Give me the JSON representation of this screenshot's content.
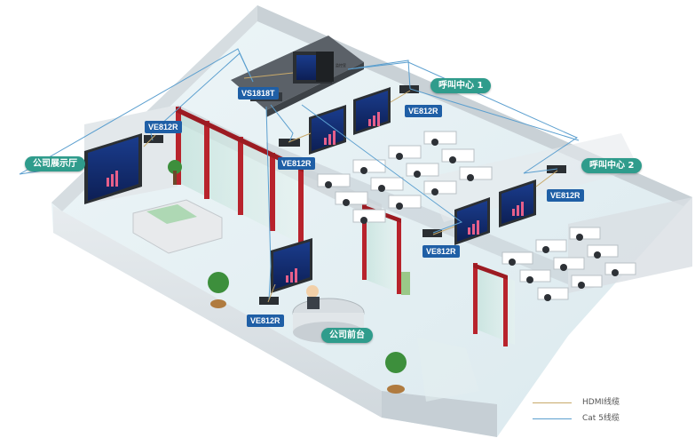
{
  "labels": {
    "switch_model": "VS1818T",
    "receiver_model": "VE812R",
    "control_room": "监控室",
    "showroom": "公司展示厅",
    "call_center_1": "呼叫中心 1",
    "call_center_2": "呼叫中心 2",
    "reception": "公司前台"
  },
  "legend": {
    "hdmi_label": "HDMI线缆",
    "cat5_label": "Cat 5线缆",
    "hdmi_color": "#c8a96a",
    "cat5_color": "#5b9fcf"
  },
  "colors": {
    "zone_badge": "#2f9c8c",
    "device_tag": "#1f5fa6",
    "partition": "#b8232c",
    "floor": "#e9f3f6",
    "wall": "#dfe4e7"
  }
}
